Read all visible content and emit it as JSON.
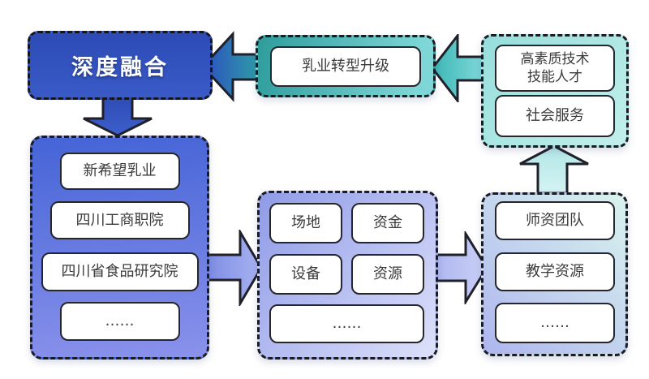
{
  "nodes": {
    "deep_integration": {
      "label": "深度融合"
    },
    "industry_upgrade": {
      "label": "乳业转型升级"
    },
    "talent": {
      "line1": "高素质技术",
      "line2": "技能人才"
    },
    "social_service": {
      "label": "社会服务"
    },
    "partners": {
      "items": [
        "新希望乳业",
        "四川工商职院",
        "四川省食品研究院",
        "……"
      ]
    },
    "resources": {
      "items": [
        "场地",
        "资金",
        "设备",
        "资源",
        "……"
      ]
    },
    "outputs": {
      "items": [
        "师资团队",
        "教学资源",
        "……"
      ]
    }
  },
  "colors": {
    "deep_integration_fill_top": "#2C4BB4",
    "deep_integration_fill_bottom": "#3A5AC8",
    "teal_dark": "#2F9C9C",
    "teal_light": "#7ED6D6",
    "mint_light": "#C2EFEA",
    "mint_dark": "#96DEDC",
    "partners_blue_top": "#4564D6",
    "partners_blue_bottom": "#8A92EB",
    "lavender_dark": "#8F9BE7",
    "lavender_light": "#DDE1FA",
    "outputs_lavender": "#AEB6EE",
    "outputs_mint": "#D9F3EE",
    "arrow_blue": "#3453BE",
    "arrow_periwinkle": "#8D9BE9",
    "arrow_mint": "#BCE9E9",
    "outline_dark": "#1B1B22",
    "white_box_border": "#26262E",
    "text_dark": "#3B3B3B",
    "text_white": "#FFFFFF"
  }
}
